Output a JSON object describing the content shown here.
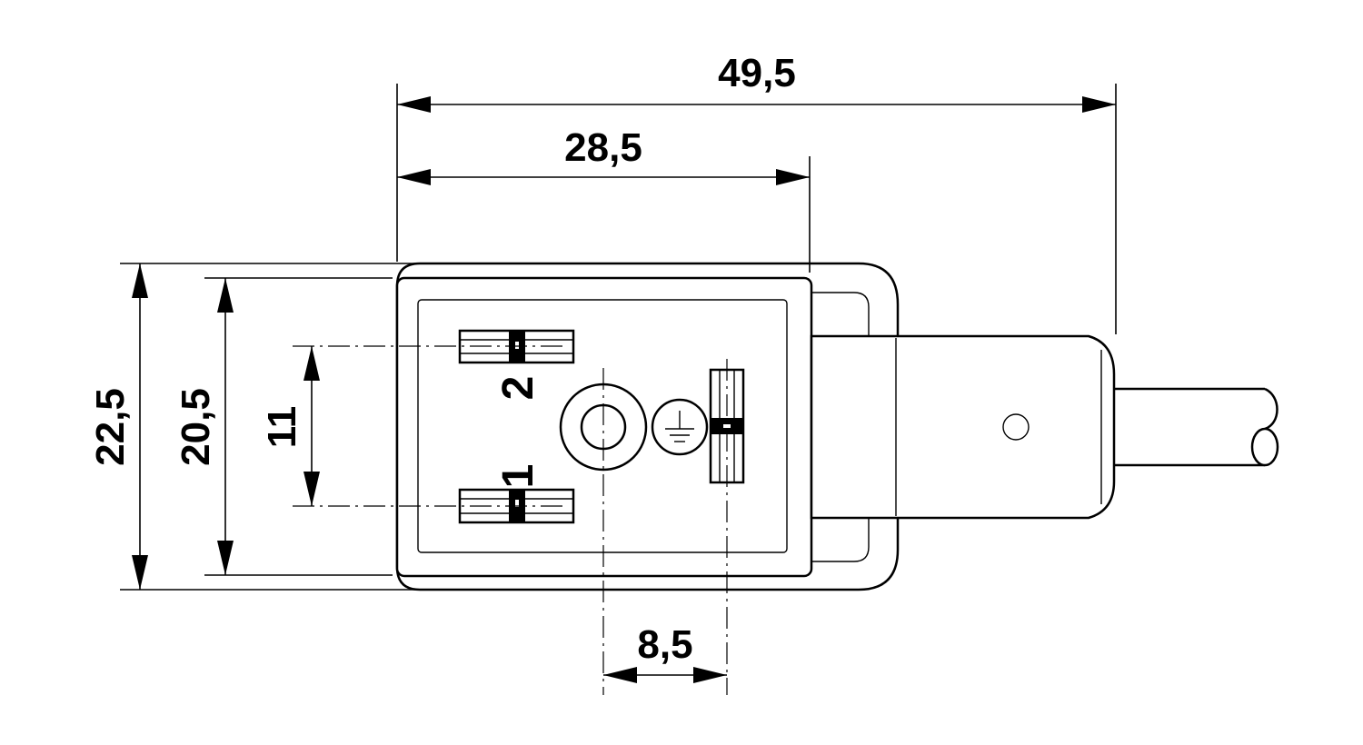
{
  "dimensions": {
    "overall_length": "49,5",
    "housing_length": "28,5",
    "overall_height": "22,5",
    "housing_height": "20,5",
    "pin_spacing_vertical": "11",
    "pin_spacing_horizontal": "8,5"
  },
  "pins": {
    "pin_1_label": "1",
    "pin_2_label": "2"
  },
  "icons": {
    "ground": "ground-symbol-icon"
  }
}
